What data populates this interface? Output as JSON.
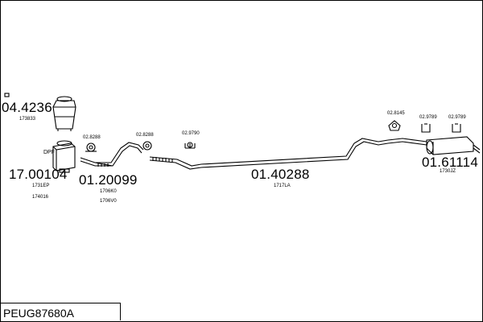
{
  "diagram": {
    "title": "PEUG87680A",
    "parts": [
      {
        "id": "p1",
        "code": "04.4236",
        "sub": [
          "173833"
        ]
      },
      {
        "id": "p2",
        "code": "17.00104",
        "sub": [
          "1731EP",
          "174016"
        ],
        "tag": "DPF"
      },
      {
        "id": "p3",
        "code": "01.20099",
        "sub": [
          "1706K0",
          "1706V0"
        ]
      },
      {
        "id": "p4",
        "code": "01.40288",
        "sub": [
          "1717LA"
        ]
      },
      {
        "id": "p5",
        "code": "01.61114",
        "sub": [
          "1730JZ"
        ]
      }
    ],
    "small_parts": [
      {
        "id": "s1",
        "code": "02.8288"
      },
      {
        "id": "s2",
        "code": "02.8288"
      },
      {
        "id": "s3",
        "code": "02.9790"
      },
      {
        "id": "s4",
        "code": "02.8145"
      },
      {
        "id": "s5",
        "code": "02.9789"
      },
      {
        "id": "s6",
        "code": "02.9789"
      }
    ]
  }
}
